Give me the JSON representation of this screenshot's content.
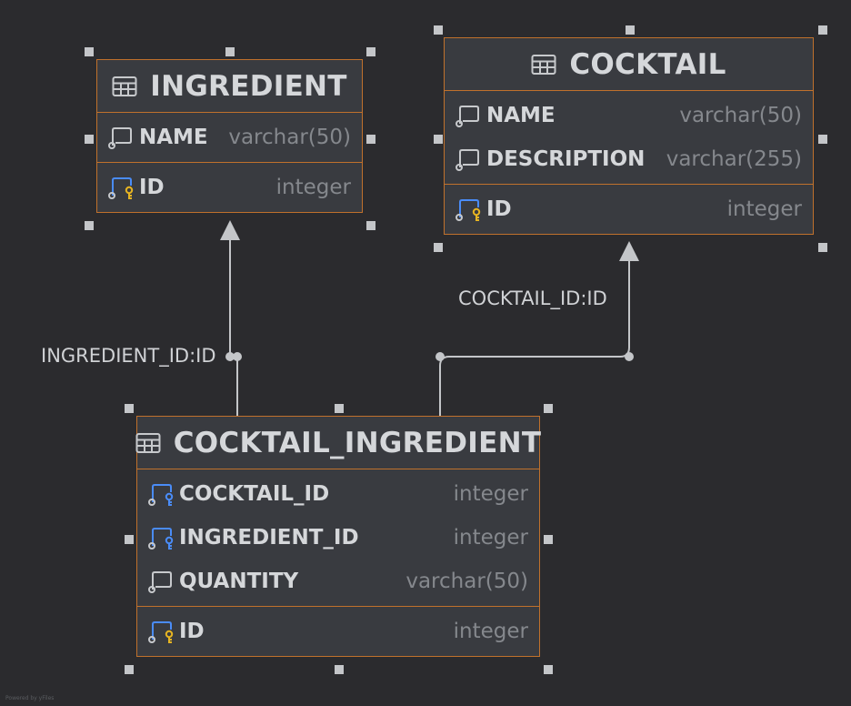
{
  "tables": {
    "ingredient": {
      "title": "INGREDIENT",
      "columns": [
        {
          "name": "NAME",
          "type": "varchar(50)",
          "icon": "column-icon"
        }
      ],
      "key_columns": [
        {
          "name": "ID",
          "type": "integer",
          "icon": "primary-key-column-icon"
        }
      ]
    },
    "cocktail": {
      "title": "COCKTAIL",
      "columns": [
        {
          "name": "NAME",
          "type": "varchar(50)",
          "icon": "column-icon"
        },
        {
          "name": "DESCRIPTION",
          "type": "varchar(255)",
          "icon": "column-icon"
        }
      ],
      "key_columns": [
        {
          "name": "ID",
          "type": "integer",
          "icon": "primary-key-column-icon"
        }
      ]
    },
    "cocktail_ingredient": {
      "title": "COCKTAIL_INGREDIENT",
      "columns": [
        {
          "name": "COCKTAIL_ID",
          "type": "integer",
          "icon": "foreign-key-column-icon"
        },
        {
          "name": "INGREDIENT_ID",
          "type": "integer",
          "icon": "foreign-key-column-icon"
        },
        {
          "name": "QUANTITY",
          "type": "varchar(50)",
          "icon": "column-icon"
        }
      ],
      "key_columns": [
        {
          "name": "ID",
          "type": "integer",
          "icon": "primary-key-column-icon"
        }
      ]
    }
  },
  "relations": {
    "ingredient_fk": "INGREDIENT_ID:ID",
    "cocktail_fk": "COCKTAIL_ID:ID"
  },
  "watermark": "Powered by yFiles",
  "colors": {
    "background": "#2b2b2e",
    "table_fill": "#393b40",
    "table_border": "#c0712c",
    "text": "#d5d7da",
    "type_text": "#85888d",
    "key_gold": "#e6b422",
    "fk_blue": "#4a8cf7"
  }
}
